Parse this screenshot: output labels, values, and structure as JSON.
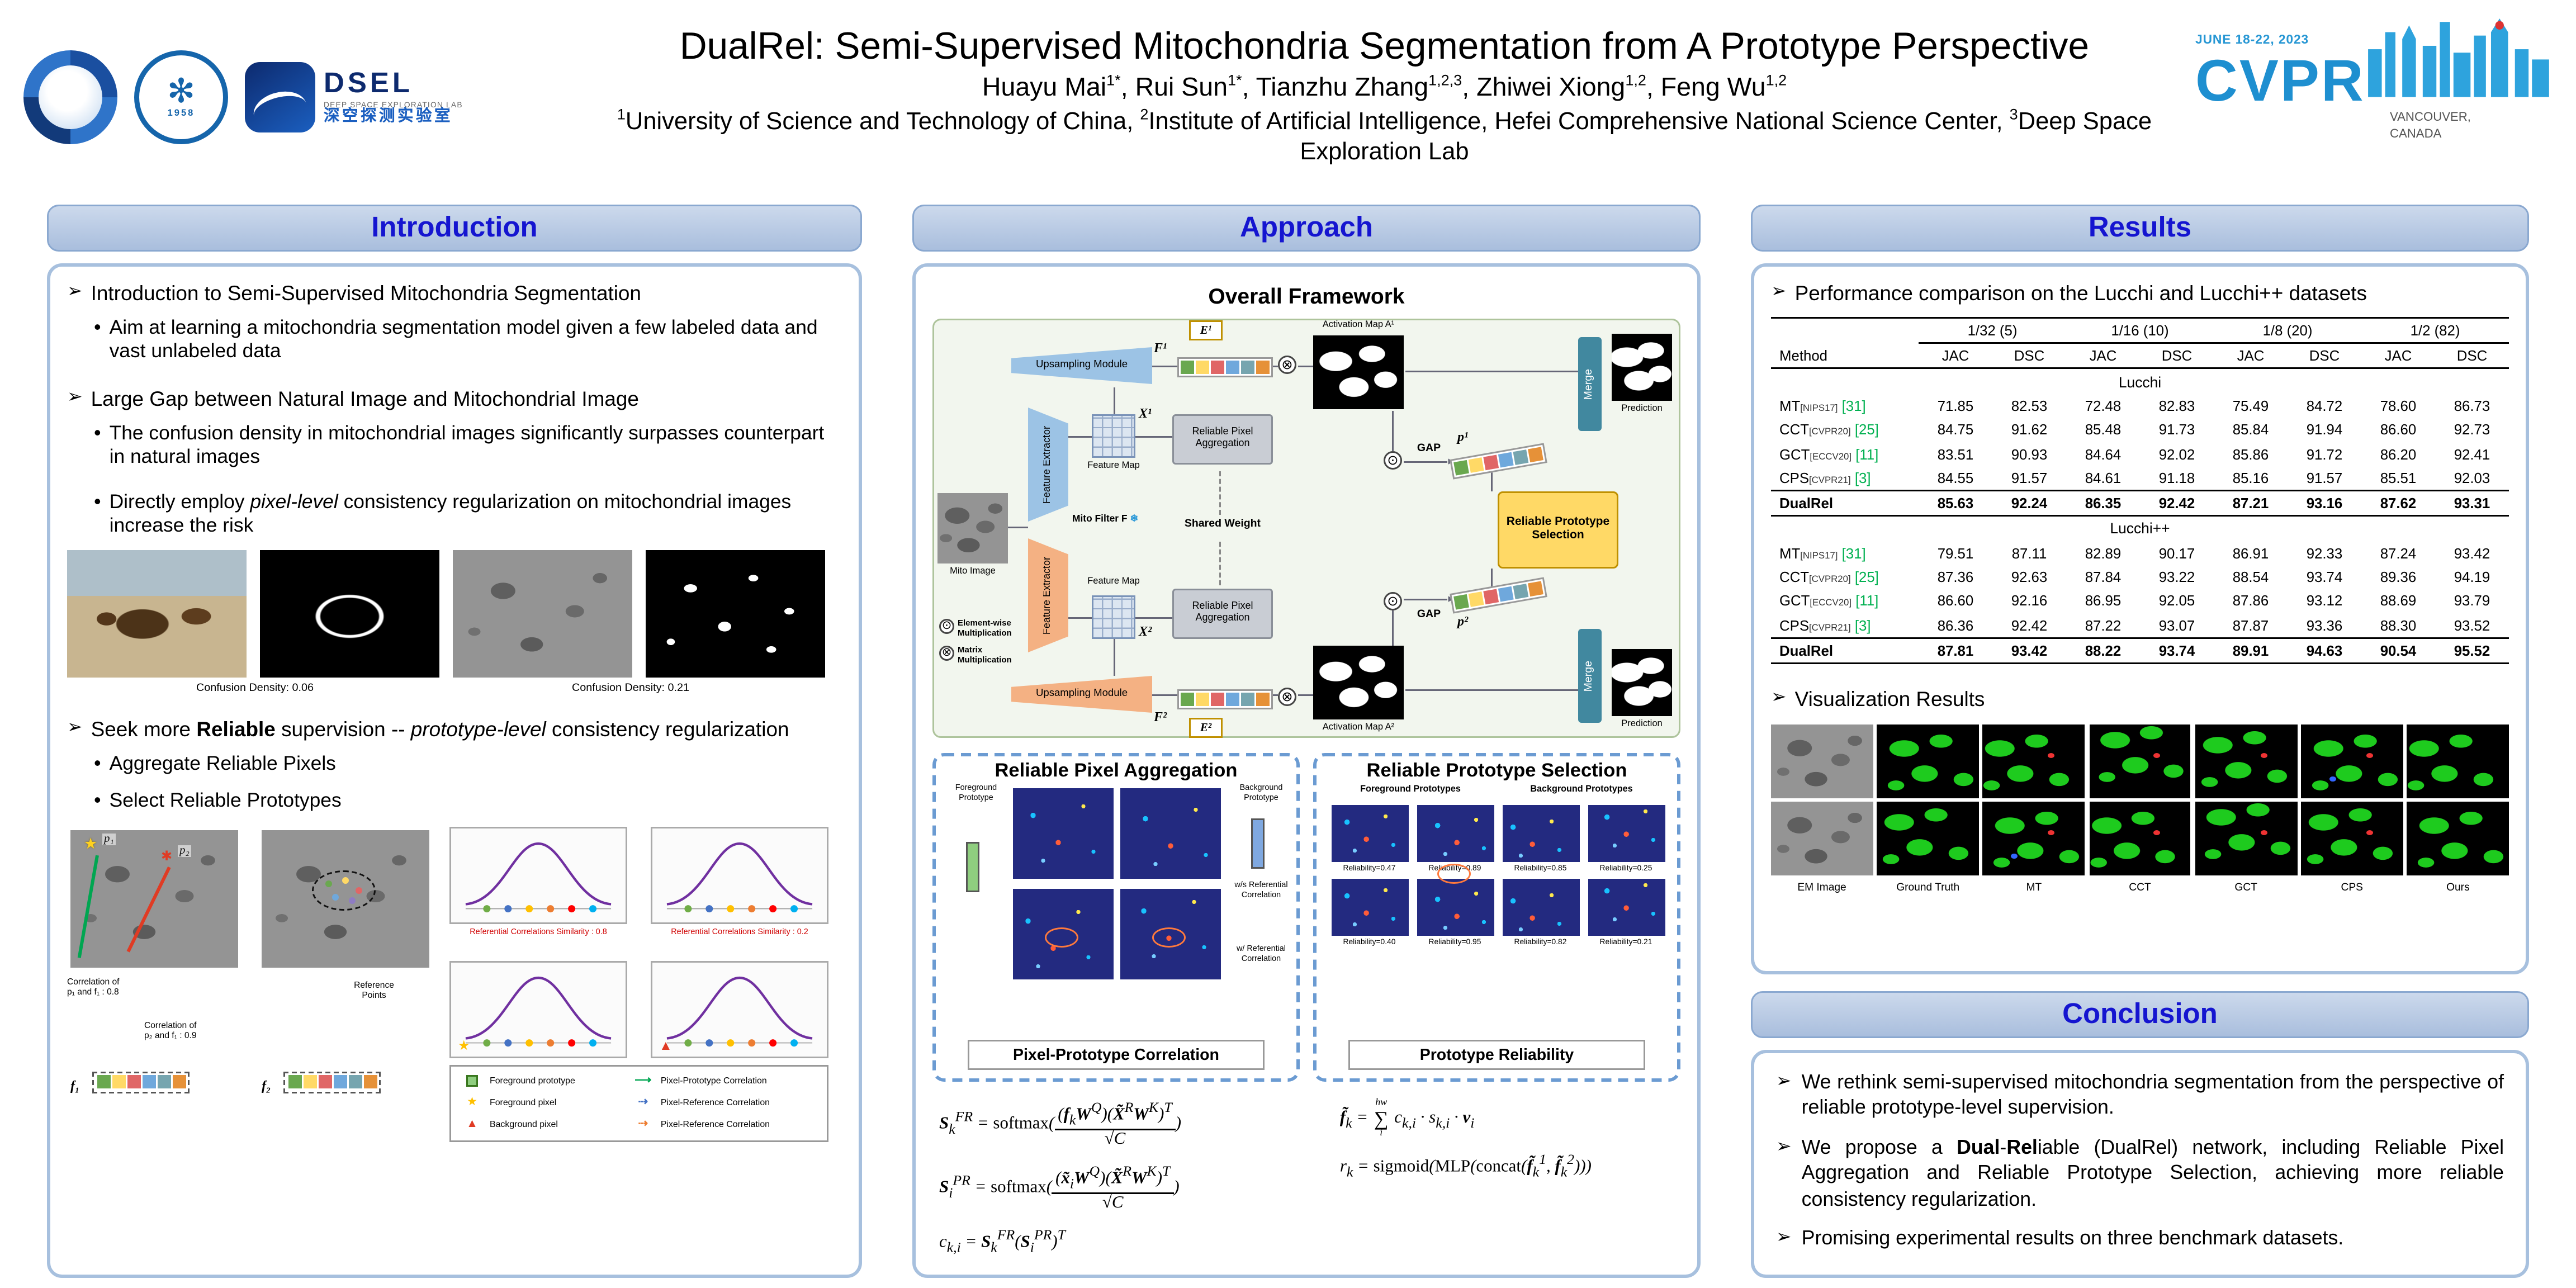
{
  "glyphs": {
    "arrow": "➢",
    "dot": "•"
  },
  "header": {
    "title": "DualRel: Semi-Supervised Mitochondria Segmentation from A Prototype Perspective",
    "authors": [
      {
        "name": "Huayu Mai",
        "sup": "1*"
      },
      {
        "name": "Rui Sun",
        "sup": "1*"
      },
      {
        "name": "Tianzhu Zhang",
        "sup": "1,2,3"
      },
      {
        "name": "Zhiwei Xiong",
        "sup": "1,2"
      },
      {
        "name": "Feng Wu",
        "sup": "1,2"
      }
    ],
    "affiliations": [
      {
        "sup": "1",
        "text": "University of Science and Technology of China, "
      },
      {
        "sup": "2",
        "text": "Institute of Artificial Intelligence, Hefei Comprehensive National Science Center, "
      },
      {
        "sup": "3",
        "text": "Deep Space Exploration Lab"
      }
    ],
    "conference": {
      "dates": "JUNE 18-22, 2023",
      "name": "CVPR",
      "location_line1": "VANCOUVER,",
      "location_line2": "CANADA"
    },
    "logos": {
      "ustc_glyph": "✻",
      "ustc_year": "1958",
      "dsel_abbr": "DSEL",
      "dsel_line1": "DEEP SPACE EXPLORATION LAB",
      "dsel_line2": "深空探测实验室"
    }
  },
  "intro": {
    "title": "Introduction",
    "bullet1": "Introduction to Semi-Supervised Mitochondria Segmentation",
    "bullet1_sub1": "Aim at learning a mitochondria segmentation model given a few labeled data and vast unlabeled data",
    "bullet2": "Large Gap between Natural Image and Mitochondrial Image",
    "bullet2_sub1": "The confusion density in mitochondrial images significantly surpasses counterpart in natural images",
    "bullet2_sub2_html": "Directly employ <i>pixel-level</i> consistency regularization on mitochondrial images increase the risk",
    "caption_natural": "Confusion Density: 0.06",
    "caption_mito": "Confusion Density: 0.21",
    "bullet3_html": "Seek more <b>Reliable</b> supervision -- <i>prototype-level</i> consistency regularization",
    "bullet3_sub1": "Aggregate Reliable Pixels",
    "bullet3_sub2": "Select Reliable Prototypes",
    "diagram": {
      "star_sym": "★",
      "cross_sym": "✱",
      "tri_sym": "▲",
      "p1": "p₁",
      "p2": "p₂",
      "f1": "f₁",
      "f2": "f₂",
      "corr1": "Correlation of\np₁ and f₁ : 0.8",
      "corr2": "Correlation of\np₂ and f₁ : 0.9",
      "ref_points": "Reference\nPoints",
      "sim1": "Referential Correlations Similarity : 0.8",
      "sim2": "Referential Correlations Similarity : 0.2",
      "legend": [
        {
          "marker": "fg-proto",
          "glyph": "",
          "label": "Foreground prototype"
        },
        {
          "marker": "fg-pixel",
          "glyph": "★",
          "label": "Foreground pixel"
        },
        {
          "marker": "bg-pixel",
          "glyph": "▲",
          "label": "Background pixel"
        },
        {
          "marker": "pp-corr",
          "glyph": "⟶",
          "label": "Pixel-Prototype Correlation"
        },
        {
          "marker": "pr-corr-blue",
          "glyph": "⇢",
          "label": "Pixel-Reference Correlation"
        },
        {
          "marker": "pr-corr-orange",
          "glyph": "⇢",
          "label": "Pixel-Reference Correlation"
        }
      ]
    }
  },
  "approach": {
    "title": "Approach",
    "framework_title": "Overall Framework",
    "fw": {
      "mito_image": "Mito Image",
      "feature_extractor": "Feature Extractor",
      "feature_map": "Feature Map",
      "x1": "X¹",
      "x2": "X²",
      "upsampling": "Upsampling Module",
      "rpa": "Reliable Pixel Aggregation",
      "shared_weight": "Shared Weight",
      "mito_filter": "Mito Filter F",
      "snow": "❄",
      "f1": "F¹",
      "f2": "F²",
      "e1": "E¹",
      "e2": "E²",
      "am1": "Activation Map A¹",
      "am2": "Activation Map A²",
      "gap": "GAP",
      "merge": "Merge",
      "prediction": "Prediction",
      "rps": "Reliable Prototype Selection",
      "p1": "p¹",
      "p2": "p²",
      "mm_sym": "⊗",
      "ew_sym": "⊙",
      "legend_ew": "Element-wise\nMultiplication",
      "legend_mm": "Matrix\nMultiplication"
    },
    "rpa_box": {
      "title": "Reliable Pixel Aggregation",
      "fg_proto": "Foreground\nPrototype",
      "bg_proto": "Background\nPrototype",
      "ws": "w/s Referential\nCorrelation",
      "w": "w/ Referential\nCorrelation",
      "caption": "Pixel-Prototype Correlation"
    },
    "rps_box": {
      "title": "Reliable Prototype Selection",
      "fg": "Foreground Prototypes",
      "bg": "Background Prototypes",
      "rel_top": [
        "Reliability=0.47",
        "Reliability=0.89",
        "Reliability=0.85",
        "Reliability=0.25"
      ],
      "rel_bottom": [
        "Reliability=0.40",
        "Reliability=0.95",
        "Reliability=0.82",
        "Reliability=0.21"
      ],
      "caption": "Prototype Reliability"
    },
    "formulas": {
      "f1_html": "<b>S</b><sub>k</sub><sup>FR</sup> = <span class='rm'>softmax</span>(<span class='fr'><span class='nu'>(<b>f</b><sub>k</sub><b>W</b><sup>Q</sup>)(<b>X̃</b><sup>R</sup><b>W</b><sup>K</sup>)<sup>T</sup></span><span class='de'>√C</span></span>)",
      "f2_html": "<b>S</b><sub>i</sub><sup>PR</sup> = <span class='rm'>softmax</span>(<span class='fr'><span class='nu'>(<b>x̃</b><sub>i</sub><b>W</b><sup>Q</sup>)(<b>X̃</b><sup>R</sup><b>W</b><sup>K</sup>)<sup>T</sup></span><span class='de'>√C</span></span>)",
      "f3_html": "c<sub>k,i</sub> = <b>S</b><sub>k</sub><sup>FR</sup>(<b>S</b><sub>i</sub><sup>PR</sup>)<sup>T</sup>",
      "f4_html": "<b>f̃</b><sub>k</sub> = <span class='sum'><span class='sl'>hw</span><span class='sg'>∑</span><span class='sl'>i</span></span> c<sub>k,i</sub> · s<sub>k,i</sub> · <b>v</b><sub>i</sub>",
      "f5_html": "r<sub>k</sub> = <span class='rm'>sigmoid</span>(<span class='rm'>MLP</span>(<span class='rm'>concat</span>(<b>f̃</b><sub>k</sub><sup>1</sup>, <b>f̃</b><sub>k</sub><sup>2</sup>)))"
    }
  },
  "results": {
    "title": "Results",
    "perf_caption": "Performance comparison on the Lucchi and Lucchi++ datasets",
    "table": {
      "method_header": "Method",
      "group_headers": [
        "1/32 (5)",
        "1/16 (10)",
        "1/8 (20)",
        "1/2 (82)"
      ],
      "sub_headers": [
        "JAC",
        "DSC"
      ],
      "sections": [
        {
          "name": "Lucchi",
          "rows": [
            {
              "method": "MT",
              "venue": "[NIPS17]",
              "cite": "[31]",
              "vals": [
                "71.85",
                "82.53",
                "72.48",
                "82.83",
                "75.49",
                "84.72",
                "78.60",
                "86.73"
              ]
            },
            {
              "method": "CCT",
              "venue": "[CVPR20]",
              "cite": "[25]",
              "vals": [
                "84.75",
                "91.62",
                "85.48",
                "91.73",
                "85.84",
                "91.94",
                "86.60",
                "92.73"
              ]
            },
            {
              "method": "GCT",
              "venue": "[ECCV20]",
              "cite": "[11]",
              "vals": [
                "83.51",
                "90.93",
                "84.64",
                "92.02",
                "85.86",
                "91.72",
                "86.20",
                "92.41"
              ]
            },
            {
              "method": "CPS",
              "venue": "[CVPR21]",
              "cite": "[3]",
              "vals": [
                "84.55",
                "91.57",
                "84.61",
                "91.18",
                "85.16",
                "91.57",
                "85.51",
                "92.03"
              ]
            },
            {
              "method": "DualRel",
              "bold": true,
              "vals": [
                "85.63",
                "92.24",
                "86.35",
                "92.42",
                "87.21",
                "93.16",
                "87.62",
                "93.31"
              ]
            }
          ]
        },
        {
          "name": "Lucchi++",
          "rows": [
            {
              "method": "MT",
              "venue": "[NIPS17]",
              "cite": "[31]",
              "vals": [
                "79.51",
                "87.11",
                "82.89",
                "90.17",
                "86.91",
                "92.33",
                "87.24",
                "93.42"
              ]
            },
            {
              "method": "CCT",
              "venue": "[CVPR20]",
              "cite": "[25]",
              "vals": [
                "87.36",
                "92.63",
                "87.84",
                "93.22",
                "88.54",
                "93.74",
                "89.36",
                "94.19"
              ]
            },
            {
              "method": "GCT",
              "venue": "[ECCV20]",
              "cite": "[11]",
              "vals": [
                "86.60",
                "92.16",
                "86.95",
                "92.05",
                "87.86",
                "93.12",
                "88.69",
                "93.79"
              ]
            },
            {
              "method": "CPS",
              "venue": "[CVPR21]",
              "cite": "[3]",
              "vals": [
                "86.36",
                "92.42",
                "87.22",
                "93.07",
                "87.87",
                "93.36",
                "88.30",
                "93.52"
              ]
            },
            {
              "method": "DualRel",
              "bold": true,
              "vals": [
                "87.81",
                "93.42",
                "88.22",
                "93.74",
                "89.91",
                "94.63",
                "90.54",
                "95.52"
              ]
            }
          ]
        }
      ]
    },
    "viz_caption": "Visualization Results",
    "viz_labels": [
      "EM Image",
      "Ground Truth",
      "MT",
      "CCT",
      "GCT",
      "CPS",
      "Ours"
    ]
  },
  "conclusion": {
    "title": "Conclusion",
    "b1_html": "We rethink semi-supervised mitochondria segmentation from the perspective of reliable prototype-level supervision.",
    "b2_html": "We propose a <b>Dual</b>-<b>Rel</b>iable (DualRel) network, including Reliable Pixel Aggregation and Reliable Prototype Selection, achieving more reliable consistency regularization.",
    "b3_html": "Promising experimental results on three benchmark datasets."
  }
}
